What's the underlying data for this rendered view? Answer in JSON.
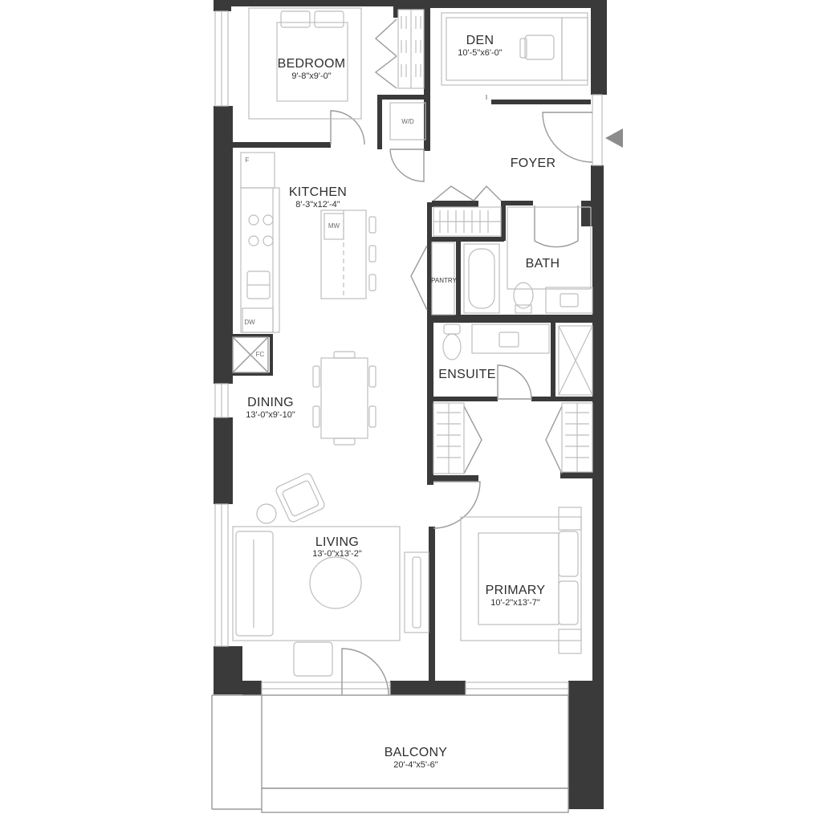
{
  "rooms": {
    "bedroom": {
      "name": "BEDROOM",
      "dims": "9'-8\"x9'-0\""
    },
    "den": {
      "name": "DEN",
      "dims": "10'-5\"x6'-0\""
    },
    "foyer": {
      "name": "FOYER"
    },
    "kitchen": {
      "name": "KITCHEN",
      "dims": "8'-3\"x12'-4\""
    },
    "bath": {
      "name": "BATH"
    },
    "ensuite": {
      "name": "ENSUITE"
    },
    "dining": {
      "name": "DINING",
      "dims": "13'-0\"x9'-10\""
    },
    "living": {
      "name": "LIVING",
      "dims": "13'-0\"x13'-2\""
    },
    "primary": {
      "name": "PRIMARY",
      "dims": "10'-2\"x13'-7\""
    },
    "balcony": {
      "name": "BALCONY",
      "dims": "20'-4\"x5'-6\""
    }
  },
  "fixtures": {
    "washer_dryer": "W/D",
    "fridge": "F",
    "microwave": "MW",
    "dishwasher": "DW",
    "fan_coil": "FC",
    "pantry": "PANTRY"
  },
  "colors": {
    "wall": "#3a3a3a",
    "furniture": "#bdbdbd",
    "entry_marker": "#8c8c8c"
  },
  "icons": {
    "entry": "entry-arrow-icon"
  }
}
